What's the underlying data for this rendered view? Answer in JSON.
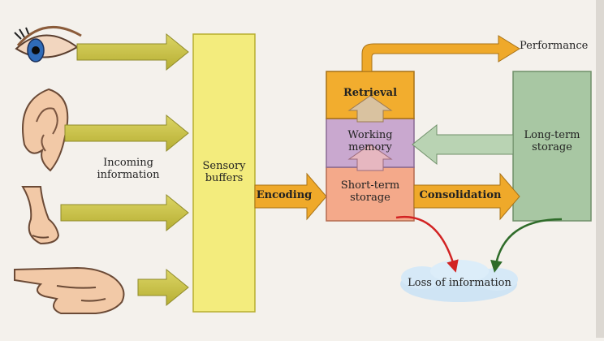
{
  "diagram": {
    "incoming_information": "Incoming information",
    "sensory_buffers": "Sensory buffers",
    "encoding": "Encoding",
    "short_term_storage": "Short-term storage",
    "working_memory": "Working memory",
    "retrieval": "Retrieval",
    "consolidation": "Consolidation",
    "long_term_storage": "Long-term storage",
    "performance": "Performance",
    "loss_of_information": "Loss of information"
  },
  "senses": [
    "eye-icon",
    "ear-icon",
    "nose-icon",
    "hand-touch-icon"
  ],
  "colors": {
    "arrow_olive": "#c9c247",
    "sensory_yellow": "#f3ec7d",
    "retrieval_orange": "#f2ad2e",
    "working_purple": "#c9a8cf",
    "shortterm_salmon": "#f4a98a",
    "longterm_green": "#a8c7a3",
    "loss_cloud": "#cfe4f4",
    "red_arrow": "#d22323",
    "green_arrow": "#2f6c2a"
  }
}
